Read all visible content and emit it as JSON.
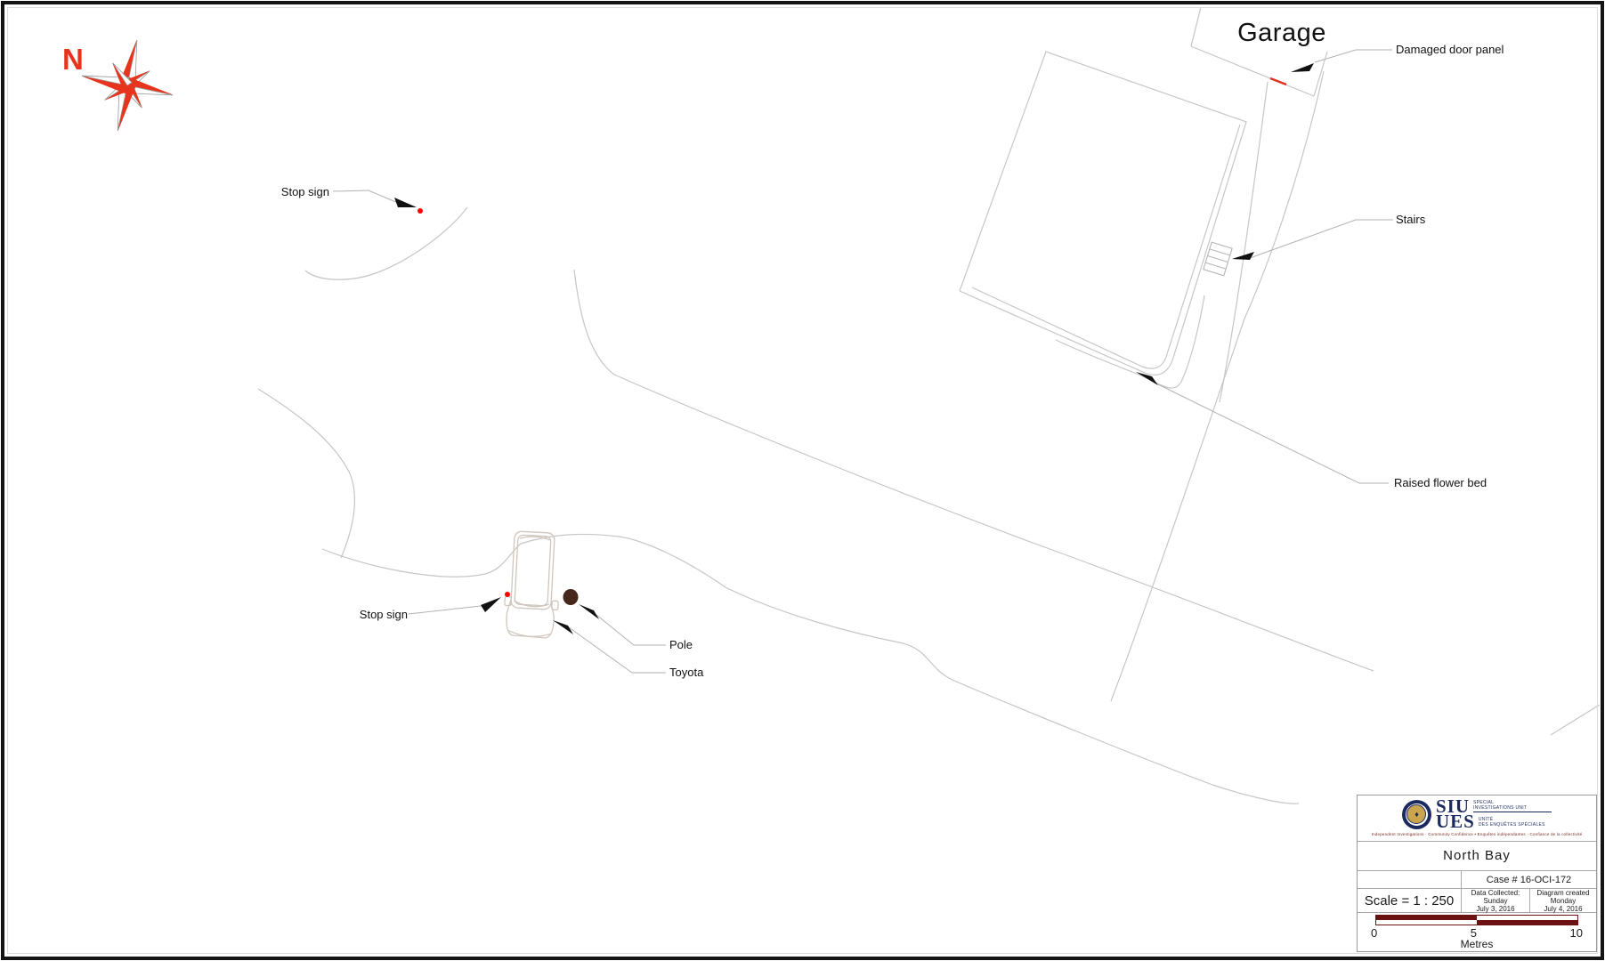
{
  "compass": {
    "north_label": "N"
  },
  "map_labels": {
    "garage": "Garage",
    "damaged_door_panel": "Damaged door panel",
    "stairs": "Stairs",
    "raised_flower_bed": "Raised flower bed",
    "stop_sign_top": "Stop sign",
    "stop_sign_bottom": "Stop sign",
    "pole": "Pole",
    "toyota": "Toyota"
  },
  "title_block": {
    "region": "North Bay",
    "case_number": "Case # 16-OCI-172",
    "scale_label": "Scale =  1 : 250",
    "data_collected_line1": "Data Collected: Sunday",
    "data_collected_line2": "July 3, 2016",
    "created_line1": "Diagram created Monday",
    "created_line2": "July 4, 2016",
    "logo": {
      "acronym_en": "SIU",
      "acronym_fr": "UES",
      "name_en_line1": "Special",
      "name_en_line2": "Investigations Unit",
      "name_fr_line1": "Unité",
      "name_fr_line2": "des enquêtes spéciales",
      "tagline": "Independent Investigations · Community Confidence • Enquêtes indépendantes · Confiance de la collectivité"
    },
    "scale_bar": {
      "tick0": "0",
      "tick5": "5",
      "tick10": "10",
      "unit": "Metres"
    }
  },
  "colors": {
    "stop_sign_red": "#ff0000",
    "compass_red": "#e8341c",
    "damage_red": "#e03020",
    "pole_brown": "#46291c",
    "scalebar_maroon": "#6b1111",
    "map_line_gray": "#c6c6c6",
    "leader_gray": "#b2b2b2",
    "logo_navy": "#1b2a5e",
    "logo_gold": "#c9a54e"
  }
}
